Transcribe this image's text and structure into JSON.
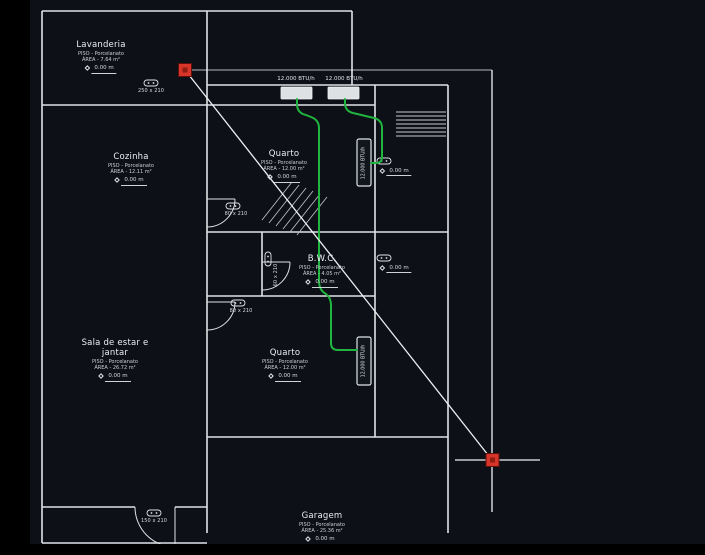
{
  "theme": {
    "background": "#0d1016",
    "void": "#000000",
    "line": "#dfe3e6",
    "text": "#e6e9eb",
    "pipe_green": "#1fb53e",
    "grip_red": "#d8352a"
  },
  "drawing": {
    "rooms": [
      {
        "name": "Lavanderia",
        "floor": "PISO - Porcelanato",
        "area": "ÁREA - 7.64 m²",
        "level": "0.00 m"
      },
      {
        "name": "Cozinha",
        "floor": "PISO - Porcelanato",
        "area": "ÁREA - 12.11 m²",
        "level": "0.00 m"
      },
      {
        "name": "Quarto",
        "floor": "PISO - Porcelanato",
        "area": "ÁREA - 12.00 m²",
        "level": "0.00 m"
      },
      {
        "name": "B.W.C.",
        "floor": "PISO - Porcelanato",
        "area": "ÁREA - 4.05 m²",
        "level": "0.00 m"
      },
      {
        "name": "Sala de estar e jantar",
        "floor": "PISO - Porcelanato",
        "area": "ÁREA - 26.72 m²",
        "level": "0.00 m"
      },
      {
        "name": "Quarto",
        "floor": "PISO - Porcelanato",
        "area": "ÁREA - 12.00 m²",
        "level": "0.00 m"
      },
      {
        "name": "Garagem",
        "floor": "PISO - Porcelanato",
        "area": "ÁREA - 25.36 m²",
        "level": "0.00 m"
      }
    ],
    "ac": {
      "condensers": [
        {
          "label": "12.000 BTU/h"
        },
        {
          "label": "12.000 BTU/h"
        }
      ],
      "indoor_units": [
        {
          "label": "12.000 BTU/h",
          "level": "0.00 m"
        },
        {
          "label": "12.000 BTU/h",
          "level": "0.00 m"
        }
      ]
    },
    "openings": [
      {
        "label": "250 x 210"
      },
      {
        "label": "80 x 210"
      },
      {
        "label": "60 x 210"
      },
      {
        "label": "80 x 210"
      },
      {
        "label": "150 x 210"
      }
    ]
  }
}
